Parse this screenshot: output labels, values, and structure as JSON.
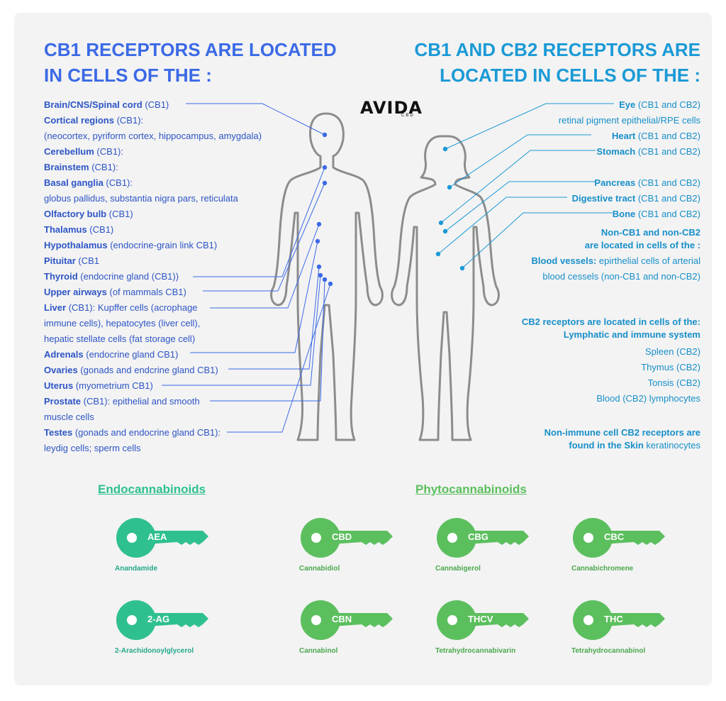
{
  "header": {
    "left_title_line1": "CB1 RECEPTORS ARE LOCATED",
    "left_title_line2": "IN CELLS OF THE :",
    "right_title_line1": "CB1 AND CB2 RECEPTORS ARE",
    "right_title_line2": "LOCATED IN CELLS OF THE :"
  },
  "logo": {
    "name": "AVIDA",
    "sub": "CBD"
  },
  "left_list": [
    {
      "bold": "Brain/CNS/Spinal cord",
      "rest": " (CB1)"
    },
    {
      "bold": "Cortical regions",
      "rest": " (CB1):"
    },
    {
      "bold": "",
      "rest": "(neocortex, pyriform cortex, hippocampus, amygdala)"
    },
    {
      "bold": "Cerebellum",
      "rest": " (CB1):"
    },
    {
      "bold": "Brainstem",
      "rest": " (CB1):"
    },
    {
      "bold": "Basal ganglia",
      "rest": " (CB1):"
    },
    {
      "bold": "",
      "rest": "globus pallidus, substantia nigra pars, reticulata"
    },
    {
      "bold": "Olfactory bulb",
      "rest": " (CB1)"
    },
    {
      "bold": "Thalamus",
      "rest": " (CB1)"
    },
    {
      "bold": "Hypothalamus",
      "rest": " (endocrine-grain link CB1)"
    },
    {
      "bold": "Pituitar",
      "rest": " (CB1"
    },
    {
      "bold": "Thyroid",
      "rest": " (endocrine gland (CB1))"
    },
    {
      "bold": "Upper airways",
      "rest": " (of mammals CB1)"
    },
    {
      "bold": "Liver",
      "rest": " (CB1): Kupffer cells (acrophage"
    },
    {
      "bold": "",
      "rest": "immune cells), hepatocytes (liver cell),"
    },
    {
      "bold": "",
      "rest": "hepatic stellate cells (fat storage cell)"
    },
    {
      "bold": "Adrenals",
      "rest": " (endocrine gland CB1)"
    },
    {
      "bold": "Ovaries",
      "rest": " (gonads and endcrine gland CB1)"
    },
    {
      "bold": "Uterus",
      "rest": " (myometrium CB1)"
    },
    {
      "bold": "Prostate",
      "rest": " (CB1): epithelial and smooth"
    },
    {
      "bold": "",
      "rest": "muscle cells"
    },
    {
      "bold": "Testes",
      "rest": " (gonads and endocrine gland CB1):"
    },
    {
      "bold": "",
      "rest": "leydig cells; sperm cells"
    }
  ],
  "right_list": [
    {
      "bold": "Eye",
      "rest": " (CB1 and CB2)"
    },
    {
      "bold": "",
      "rest": "retinal pigment epithelial/RPE cells"
    },
    {
      "bold": "Heart",
      "rest": " (CB1 and CB2)"
    },
    {
      "bold": "Stomach",
      "rest": " (CB1 and CB2)"
    },
    {
      "bold": "Pancreas",
      "rest": " (CB1 and CB2)"
    },
    {
      "bold": "Digestive tract",
      "rest": " (CB1 and CB2)"
    },
    {
      "bold": "Bone",
      "rest": " (CB1 and CB2)"
    },
    {
      "bold": "Non-CB1 and non-CB2",
      "rest": ""
    },
    {
      "bold": "are located in cells of the :",
      "rest": ""
    },
    {
      "bold": "Blood vessels:",
      "rest": " epirthelial cells of arterial"
    },
    {
      "bold": "",
      "rest": "blood cessels (non-CB1 and non-CB2)"
    },
    {
      "bold": "CB2 receptors are located in cells of the:",
      "rest": ""
    },
    {
      "bold": "Lymphatic and immune system",
      "rest": ""
    },
    {
      "bold": "",
      "rest": "Spleen (CB2)"
    },
    {
      "bold": "",
      "rest": "Thymus (CB2)"
    },
    {
      "bold": "",
      "rest": "Tonsis (CB2)"
    },
    {
      "bold": "",
      "rest": "Blood (CB2) lymphocytes"
    },
    {
      "bold": "Non-immune cell CB2 receptors are",
      "rest": ""
    },
    {
      "bold": "found in the Skin",
      "rest": " keratinocytes"
    }
  ],
  "endo": {
    "title": "Endocannabinoids",
    "keys": [
      {
        "code": "AEA",
        "name": "Anandamide"
      },
      {
        "code": "2-AG",
        "name": "2-Arachidonoylglycerol"
      }
    ]
  },
  "phyto": {
    "title": "Phytocannabinoids",
    "keys": [
      {
        "code": "CBD",
        "name": "Cannabidiol"
      },
      {
        "code": "CBG",
        "name": "Cannabigerol"
      },
      {
        "code": "CBC",
        "name": "Cannabichromene"
      },
      {
        "code": "CBN",
        "name": "Cannabinol"
      },
      {
        "code": "THCV",
        "name": "Tetrahydrocannabivarin"
      },
      {
        "code": "THC",
        "name": "Tetrahydrocannabinol"
      }
    ]
  },
  "colors": {
    "left_blue": "#2d55c5",
    "right_blue": "#178fc9",
    "endo_green": "#2fc08f",
    "phyto_green": "#5cbf5e"
  }
}
